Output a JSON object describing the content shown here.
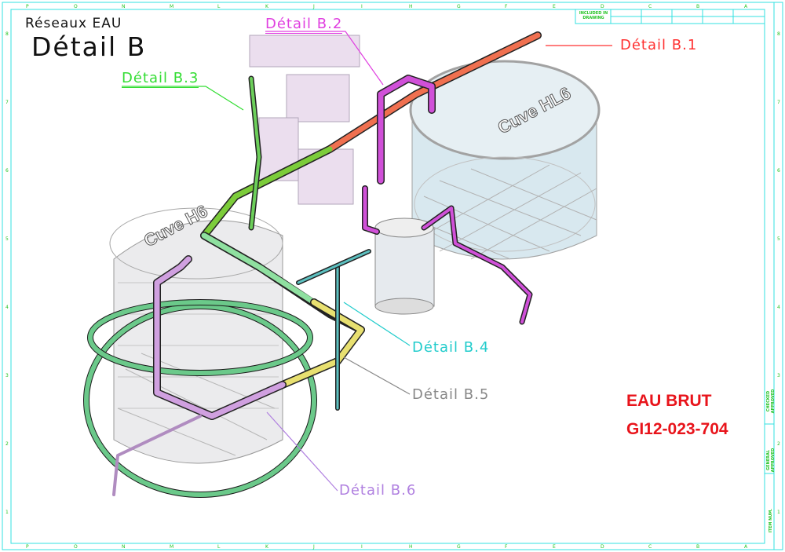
{
  "header": {
    "subtitle": "Réseaux EAU",
    "title": "Détail B"
  },
  "callouts": [
    {
      "id": "b1",
      "label": "Détail B.1",
      "color": "#ff3030"
    },
    {
      "id": "b2",
      "label": "Détail B.2",
      "color": "#e040e0"
    },
    {
      "id": "b3",
      "label": "Détail B.3",
      "color": "#33dd33"
    },
    {
      "id": "b4",
      "label": "Détail B.4",
      "color": "#22cccc"
    },
    {
      "id": "b5",
      "label": "Détail B.5",
      "color": "#888888"
    },
    {
      "id": "b6",
      "label": "Détail B.6",
      "color": "#b080e0"
    }
  ],
  "tanks": {
    "hl6": "Cuve HL6",
    "h6": "Cuve H6"
  },
  "stamp": {
    "line1": "EAU BRUT",
    "line2": "GI12-023-704"
  },
  "title_block": {
    "included": "INCLUDED IN DRAWING",
    "check": "CHECKED APPROVED",
    "general": "GENERAL APPROVED",
    "item": "ITEM NUM."
  },
  "border": {
    "columns": [
      "P",
      "O",
      "N",
      "M",
      "L",
      "K",
      "J",
      "I",
      "H",
      "G",
      "F",
      "E",
      "D",
      "C",
      "B",
      "A"
    ],
    "rows": [
      "8",
      "7",
      "6",
      "5",
      "4",
      "3",
      "2",
      "1"
    ]
  },
  "colors": {
    "frame": "#33e0e0",
    "accent": "#e8141b"
  }
}
